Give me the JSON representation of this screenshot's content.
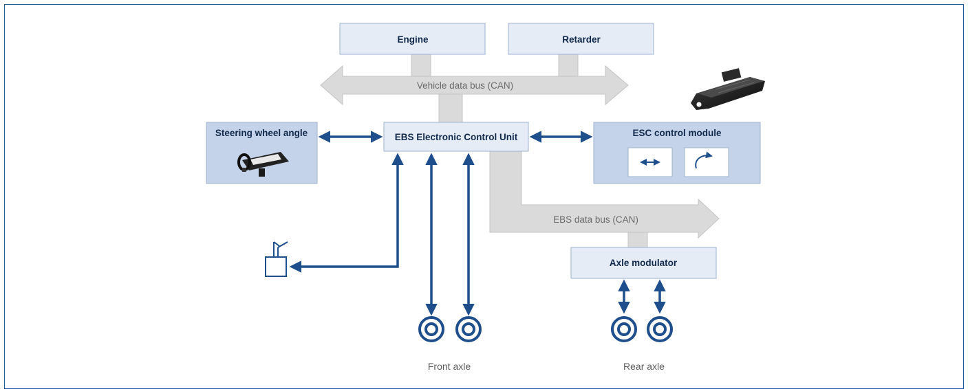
{
  "diagram": {
    "engine": {
      "label": "Engine"
    },
    "retarder": {
      "label": "Retarder"
    },
    "vehicle_bus": {
      "label": "Vehicle data bus (CAN)"
    },
    "ebs_ecu": {
      "label": "EBS Electronic Control Unit"
    },
    "steering": {
      "label": "Steering wheel angle"
    },
    "esc": {
      "label": "ESC control module"
    },
    "ebs_bus": {
      "label": "EBS data bus (CAN)"
    },
    "axle_modulator": {
      "label": "Axle modulator"
    },
    "front_axle": {
      "label": "Front axle"
    },
    "rear_axle": {
      "label": "Rear axle"
    }
  },
  "colors": {
    "arrow": "#1f4e8c",
    "box_light": "#e6ecf6",
    "box_dark": "#c5d3ea",
    "bus": "#dadada",
    "border": "#9fb0cc"
  }
}
